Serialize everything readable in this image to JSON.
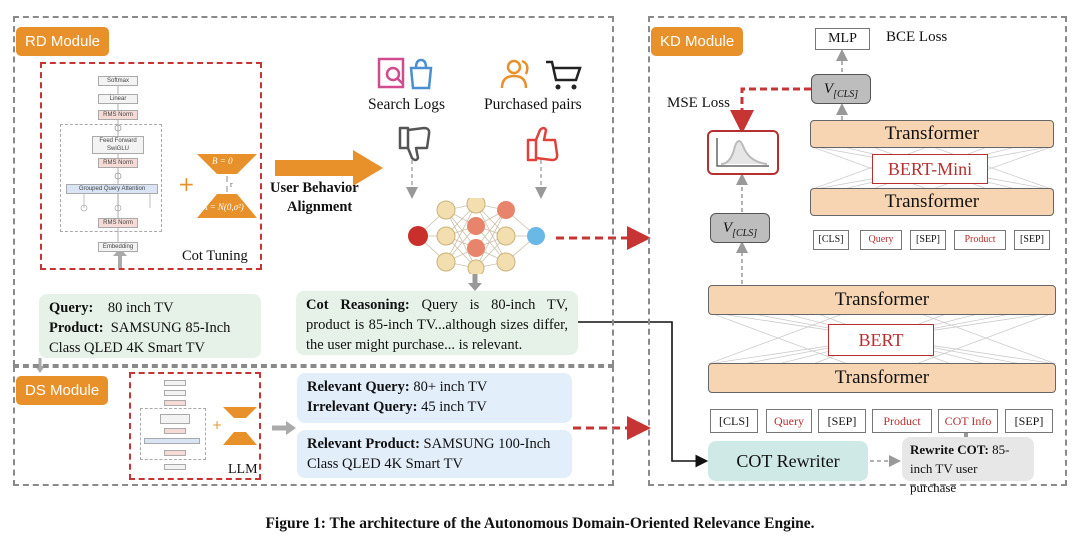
{
  "rd_module": {
    "tag": "RD Module",
    "cot_tuning": "Cot Tuning",
    "alignment_label_1": "User Behavior",
    "alignment_label_2": "Alignment",
    "search_logs": "Search Logs",
    "purchased_pairs": "Purchased pairs",
    "llm_blocks": [
      "Softmax",
      "Linear",
      "RMS Norm",
      "Feed Forward SwiGLU",
      "RMS Norm",
      "Grouped Query Attention",
      "RMS Norm",
      "Embedding"
    ],
    "lora_top": "B = 0",
    "lora_mid": "r",
    "lora_bottom": "A = N(0,σ²)",
    "query_label": "Query",
    "query_value": "80 inch TV",
    "product_label": "Product",
    "product_value": "SAMSUNG 85-Inch Class QLED 4K Smart TV",
    "cot_label": "Cot Reasoning",
    "cot_text": "Query is 80-inch TV, product is 85-inch TV...although sizes differ, the user might purchase... is relevant."
  },
  "ds_module": {
    "tag": "DS Module",
    "llm": "LLM",
    "relevant_query_label": "Relevant Query",
    "relevant_query_value": "80+ inch TV",
    "irrelevant_query_label": "Irrelevant Query",
    "irrelevant_query_value": "45 inch TV",
    "relevant_product_label": "Relevant Product",
    "relevant_product_value": "SAMSUNG 100-Inch Class QLED 4K Smart TV"
  },
  "kd_module": {
    "tag": "KD Module",
    "mlp": "MLP",
    "bce_loss": "BCE Loss",
    "mse_loss": "MSE Loss",
    "v_cls": "V[CLS]",
    "transformer": "Transformer",
    "bert_mini": "BERT-Mini",
    "bert": "BERT",
    "small_tokens": [
      "[CLS]",
      "Query",
      "[SEP]",
      "Product",
      "[SEP]"
    ],
    "big_tokens": [
      "[CLS]",
      "Query",
      "[SEP]",
      "Product",
      "COT Info",
      "[SEP]"
    ],
    "cot_rewriter": "COT Rewriter",
    "rewrite_label": "Rewrite COT:",
    "rewrite_value": "85-inch TV user purchase"
  },
  "caption": "Figure 1: The architecture of the Autonomous Domain-Oriented Relevance Engine.",
  "colors": {
    "accent_orange": "#e8902a",
    "red": "#c73434",
    "transformer": "#f7d5b3",
    "green_box": "#e6f2e7",
    "blue_box": "#e3eefb"
  }
}
